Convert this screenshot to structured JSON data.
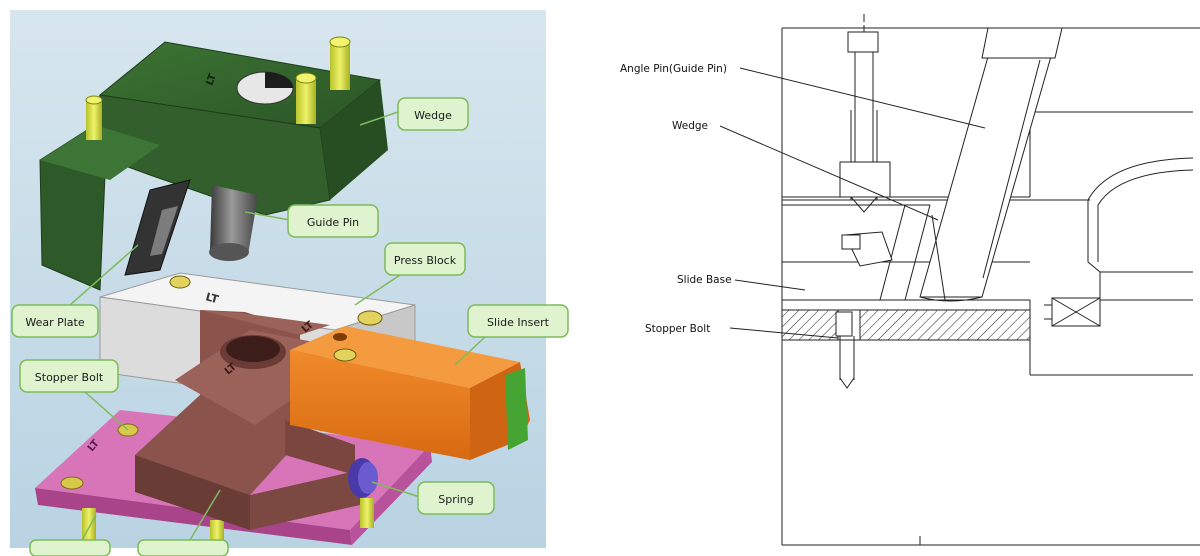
{
  "left_panel": {
    "callouts": {
      "wedge": "Wedge",
      "guide_pin": "Guide Pin",
      "press_block": "Press Block",
      "wear_plate": "Wear Plate",
      "slide_insert": "Slide Insert",
      "stopper_bolt": "Stopper Bolt",
      "spring": "Spring"
    },
    "part_marks": {
      "wedge_mark": "LT",
      "press_block_mark": "LT",
      "slide_base_mark": "LT",
      "slide_base_mark_2": "LT",
      "bottom_plate_mark": "LT"
    },
    "colors": {
      "background": "#c9dde9",
      "wedge": "#2f5e2a",
      "slide_base": "#7a4a44",
      "slide_insert": "#e57a22",
      "press_block": "#e6e6e6",
      "bottom_plate": "#c05aa0",
      "pins": "#d6de3a",
      "callout_fill": "#dff3cf",
      "callout_stroke": "#7dbb5a"
    }
  },
  "right_panel": {
    "labels": {
      "angle_pin": "Angle Pin(Guide Pin)",
      "wedge": "Wedge",
      "slide_base": "Slide Base",
      "stopper_bolt": "Stopper Bolt"
    }
  }
}
